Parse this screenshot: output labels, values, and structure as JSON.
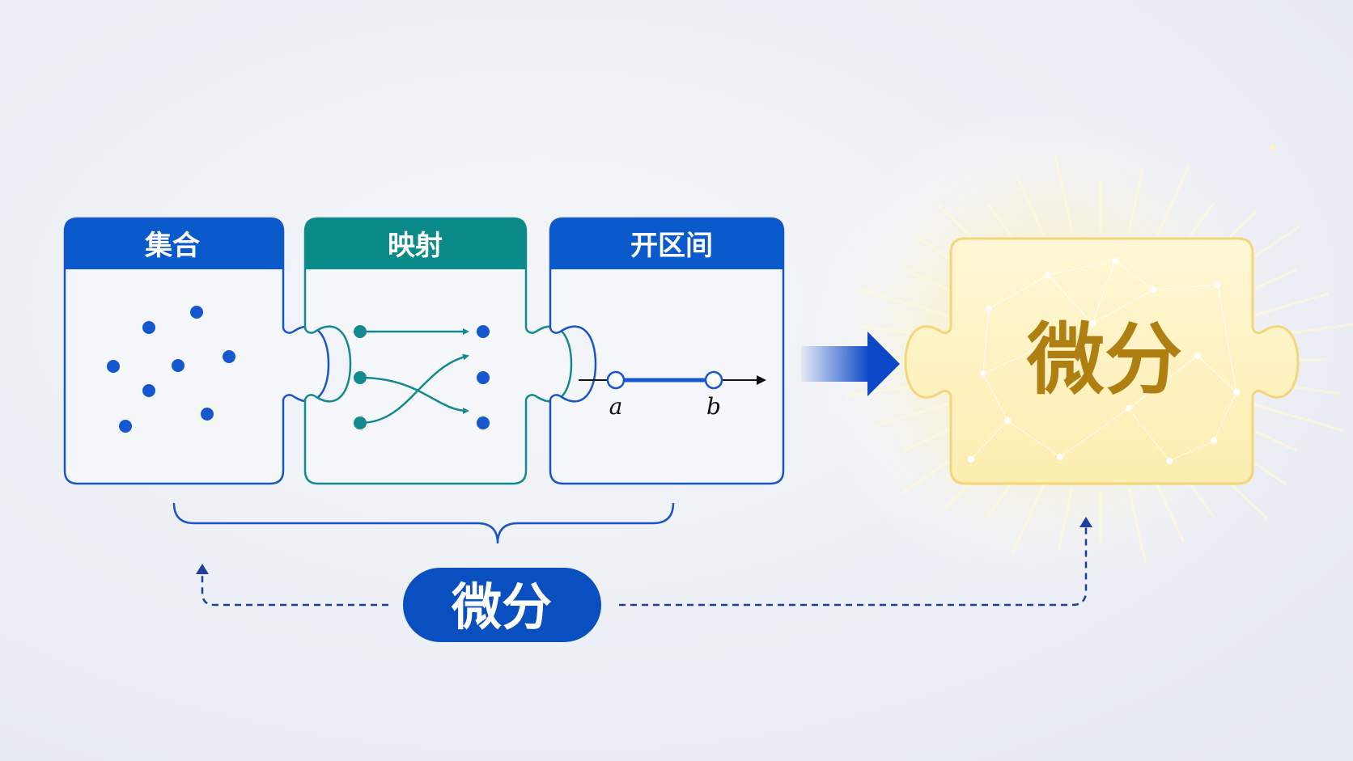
{
  "pieces": [
    {
      "title": "集合",
      "header_color": "#0b5acc",
      "border_color": "#1a55c8"
    },
    {
      "title": "映射",
      "header_color": "#0b8a8a",
      "border_color": "#138a8f"
    },
    {
      "title": "开区间",
      "header_color": "#0b5acc",
      "border_color": "#1a55c8"
    }
  ],
  "interval": {
    "left_label": "a",
    "right_label": "b"
  },
  "result": {
    "title": "微分"
  },
  "pill": {
    "label": "微分",
    "color": "#0a4fc0"
  },
  "colors": {
    "dot_blue": "#1457d0",
    "teal": "#138a8f",
    "gold_text": "#b07f12",
    "gold_border": "#f3d67a",
    "arrow_blue": "#0b47c6",
    "dashed": "#1f3fa0"
  }
}
